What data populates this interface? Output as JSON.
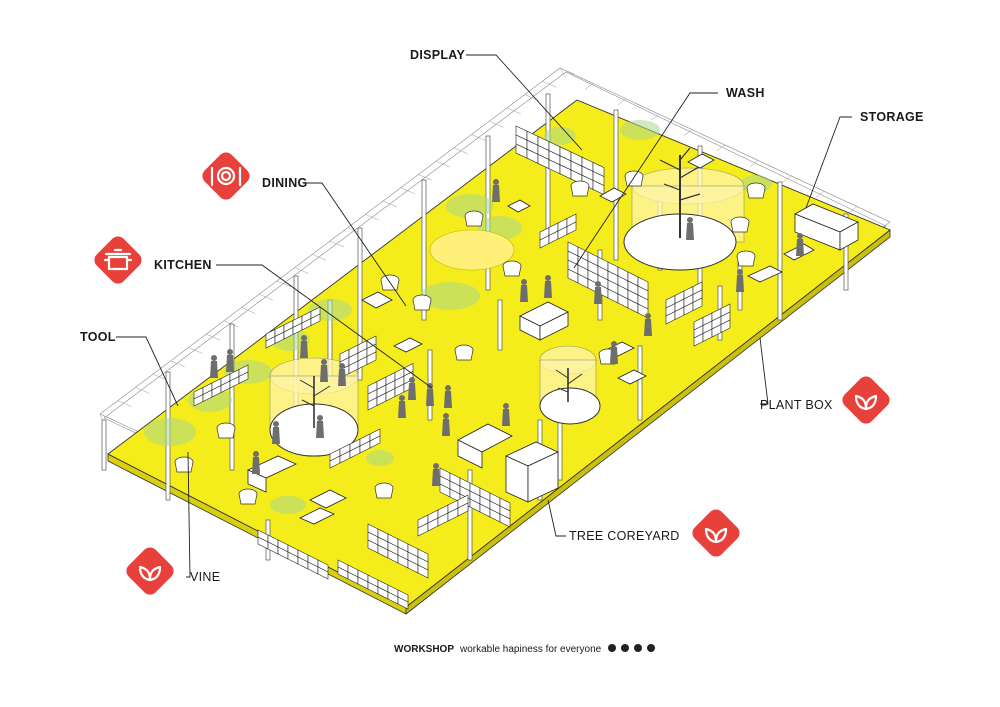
{
  "labels": {
    "display": "DISPLAY",
    "wash": "WASH",
    "storage": "STORAGE",
    "dining": "DINING",
    "kitchen": "KITCHEN",
    "tool": "TOOL",
    "plant_box": "PLANT BOX",
    "tree_coreyard": "TREE COREYARD",
    "vine": "VINE"
  },
  "footer": {
    "title": "WORKSHOP",
    "tagline": "workable hapiness for everyone",
    "dots": 4
  },
  "icons": {
    "dining": "plate-cutlery-icon",
    "kitchen": "cooking-pot-icon",
    "plant_box": "leaf-sprout-icon",
    "tree_coreyard": "leaf-sprout-icon",
    "vine": "leaf-sprout-icon"
  },
  "colors": {
    "floor": "#f5ec1c",
    "badge": "#e8403a",
    "foliage": "#a8d88e"
  }
}
